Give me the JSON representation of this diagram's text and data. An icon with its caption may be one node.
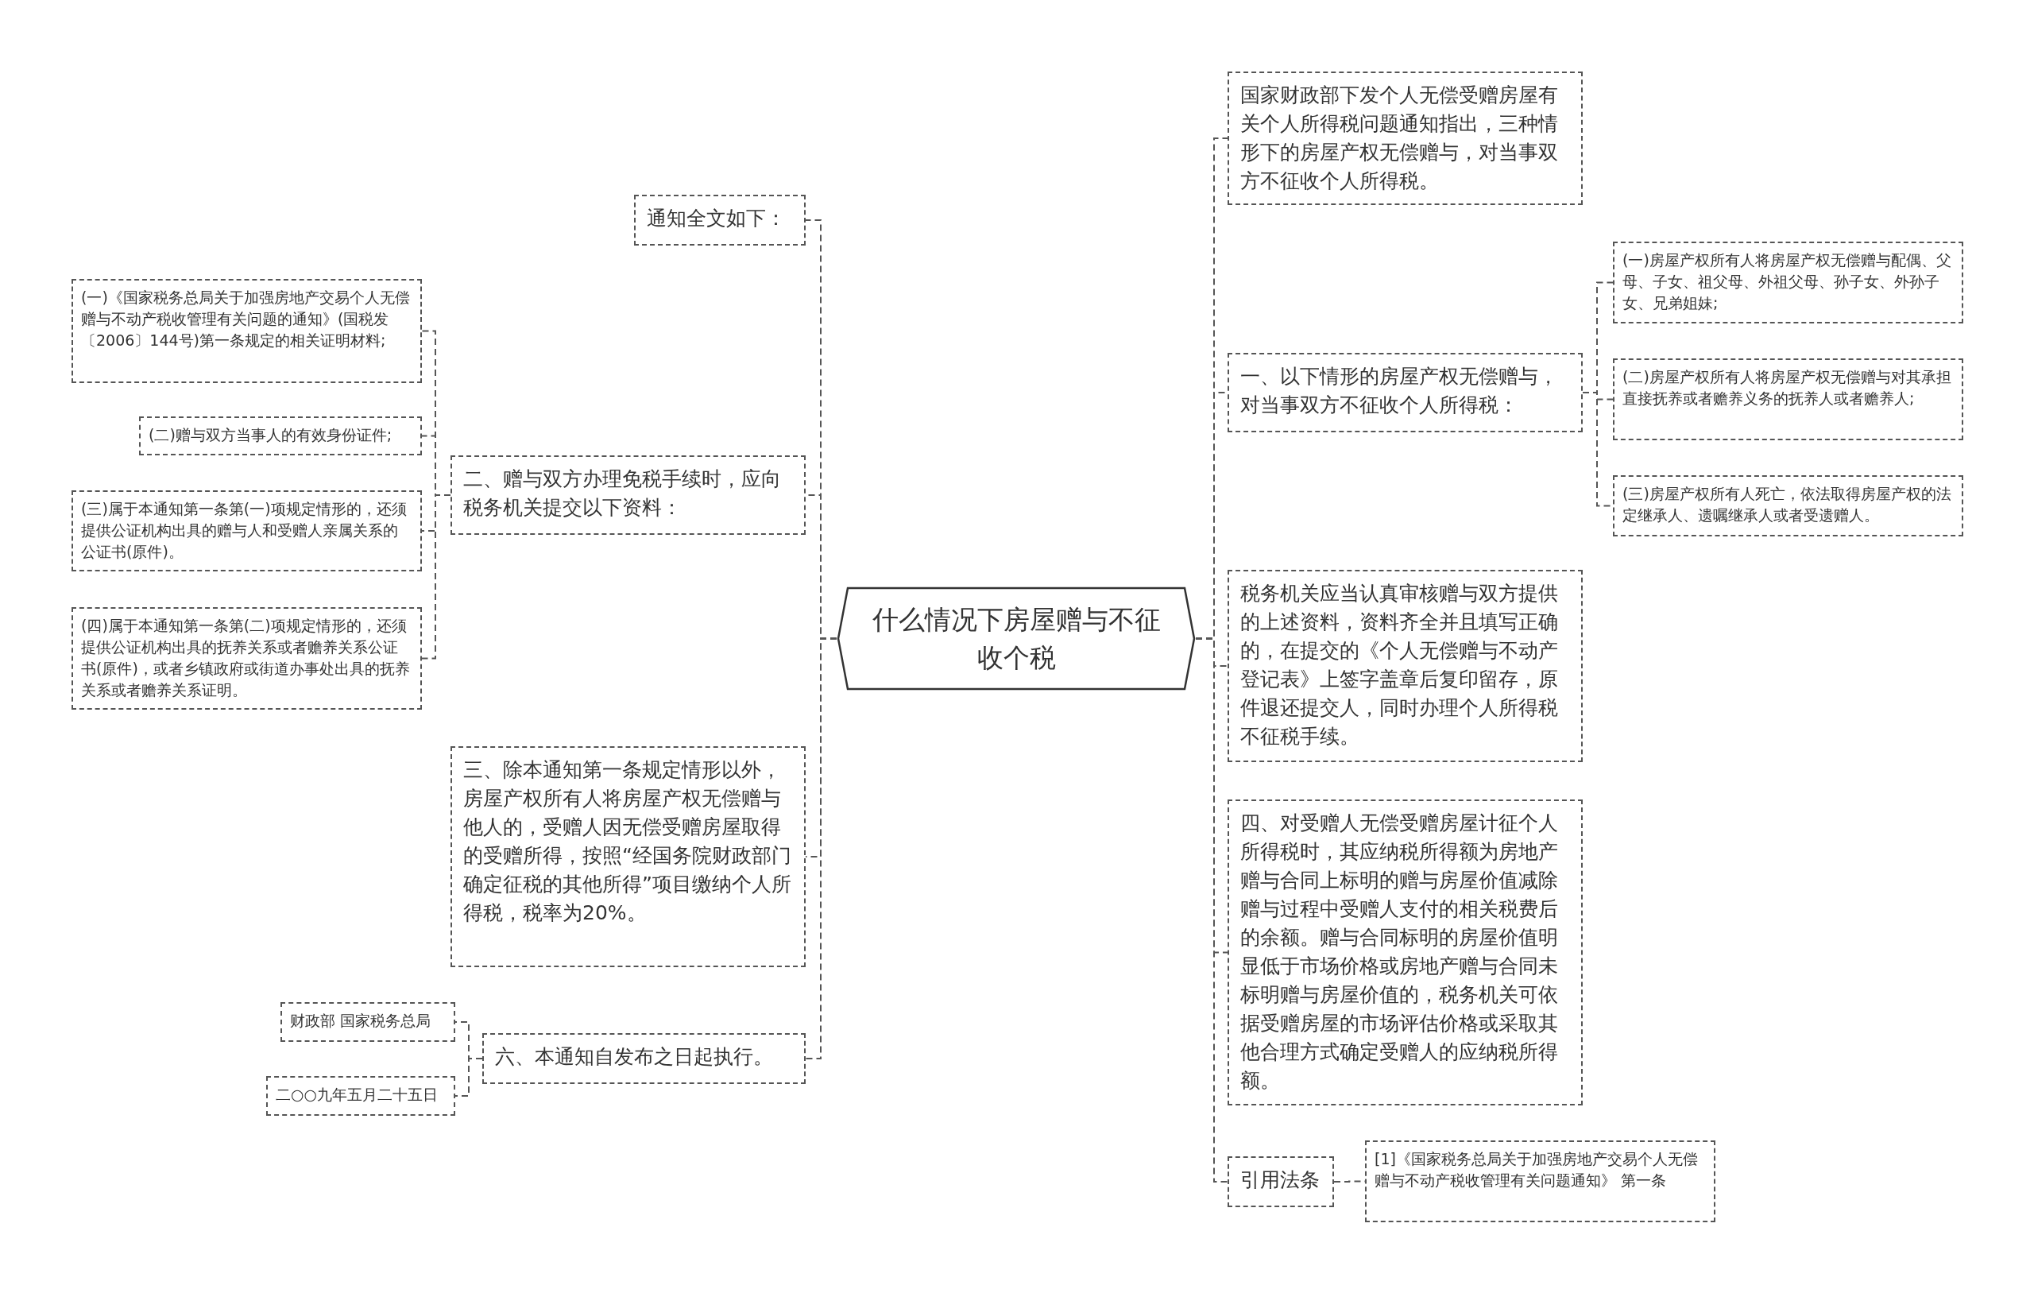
{
  "diagram": {
    "nodes": [
      {
        "text": [
          "什么情况下房屋赠与不征收个税"
        ]
      },
      {
        "text": [
          "国家财政部下发个人无偿受赠房屋有关个人所得税问题通知指出，三种情形下的房屋产权无偿赠与，对当事双方不征收个人所得税。"
        ]
      },
      {
        "text": [
          "一、以下情形的房屋产权无偿赠与，对当事双方不征收个人所得税："
        ]
      },
      {
        "text": [
          "(一)房屋产权所有人将房屋产权无偿赠与配偶、父母、子女、祖父母、外祖父母、孙子女、外孙子女、兄弟姐妹;"
        ]
      },
      {
        "text": [
          "(二)房屋产权所有人将房屋产权无偿赠与对其承担直接抚养或者赡养义务的抚养人或者赡养人;"
        ]
      },
      {
        "text": [
          "(三)房屋产权所有人死亡，依法取得房屋产权的法定继承人、遗嘱继承人或者受遗赠人。"
        ]
      },
      {
        "text": [
          "税务机关应当认真审核赠与双方提供的上述资料，资料齐全并且填写正确的，在提交的《个人无偿赠与不动产登记表》上签字盖章后复印留存，原件退还提交人，同时办理个人所得税不征税手续。"
        ]
      },
      {
        "text": [
          "四、对受赠人无偿受赠房屋计征个人所得税时，其应纳税所得额为房地产赠与合同上标明的赠与房屋价值减除赠与过程中受赠人支付的相关税费后的余额。赠与合同标明的房屋价值明显低于市场价格或房地产赠与合同未标明赠与房屋价值的，税务机关可依据受赠房屋的市场评估价格或采取其他合理方式确定受赠人的应纳税所得额。"
        ]
      },
      {
        "text": [
          "引用法条"
        ]
      },
      {
        "text": [
          "[1]《国家税务总局关于加强房地产交易个人无偿赠与不动产税收管理有关问题通知》 第一条"
        ]
      },
      {
        "text": [
          "通知全文如下："
        ]
      },
      {
        "text": [
          "二、赠与双方办理免税手续时，应向税务机关提交以下资料："
        ]
      },
      {
        "text": [
          "(一)《国家税务总局关于加强房地产交易个人无偿赠与不动产税收管理有关问题的通知》(国税发〔2006〕144号)第一条规定的相关证明材料;"
        ]
      },
      {
        "text": [
          "(二)赠与双方当事人的有效身份证件;"
        ]
      },
      {
        "text": [
          "(三)属于本通知第一条第(一)项规定情形的，还须提供公证机构出具的赠与人和受赠人亲属关系的公证书(原件)。"
        ]
      },
      {
        "text": [
          "(四)属于本通知第一条第(二)项规定情形的，还须提供公证机构出具的抚养关系或者赡养关系公证书(原件)，或者乡镇政府或街道办事处出具的抚养关系或者赡养关系证明。"
        ]
      },
      {
        "text": [
          "三、除本通知第一条规定情形以外，房屋产权所有人将房屋产权无偿赠与他人的，受赠人因无偿受赠房屋取得的受赠所得，按照“经国务院财政部门确定征税的其他所得”项目缴纳个人所得税，税率为20%。"
        ]
      },
      {
        "text": [
          "六、本通知自发布之日起执行。"
        ]
      },
      {
        "text": [
          "财政部 国家税务总局"
        ]
      },
      {
        "text": [
          "二○○九年五月二十五日"
        ]
      }
    ],
    "edges": [
      {
        "from": 0,
        "to": 1,
        "arrow": "none"
      },
      {
        "from": 0,
        "to": 2,
        "arrow": "none"
      },
      {
        "from": 2,
        "to": 3,
        "arrow": "none"
      },
      {
        "from": 2,
        "to": 4,
        "arrow": "none"
      },
      {
        "from": 2,
        "to": 5,
        "arrow": "none"
      },
      {
        "from": 0,
        "to": 6,
        "arrow": "none"
      },
      {
        "from": 0,
        "to": 7,
        "arrow": "none"
      },
      {
        "from": 0,
        "to": 8,
        "arrow": "none"
      },
      {
        "from": 8,
        "to": 9,
        "arrow": "none"
      },
      {
        "from": 0,
        "to": 10,
        "arrow": "none"
      },
      {
        "from": 0,
        "to": 11,
        "arrow": "none"
      },
      {
        "from": 11,
        "to": 12,
        "arrow": "none"
      },
      {
        "from": 11,
        "to": 13,
        "arrow": "none"
      },
      {
        "from": 11,
        "to": 14,
        "arrow": "none"
      },
      {
        "from": 11,
        "to": 15,
        "arrow": "none"
      },
      {
        "from": 0,
        "to": 16,
        "arrow": "none"
      },
      {
        "from": 0,
        "to": 17,
        "arrow": "none"
      },
      {
        "from": 17,
        "to": 18,
        "arrow": "none"
      },
      {
        "from": 17,
        "to": 19,
        "arrow": "none"
      }
    ]
  }
}
